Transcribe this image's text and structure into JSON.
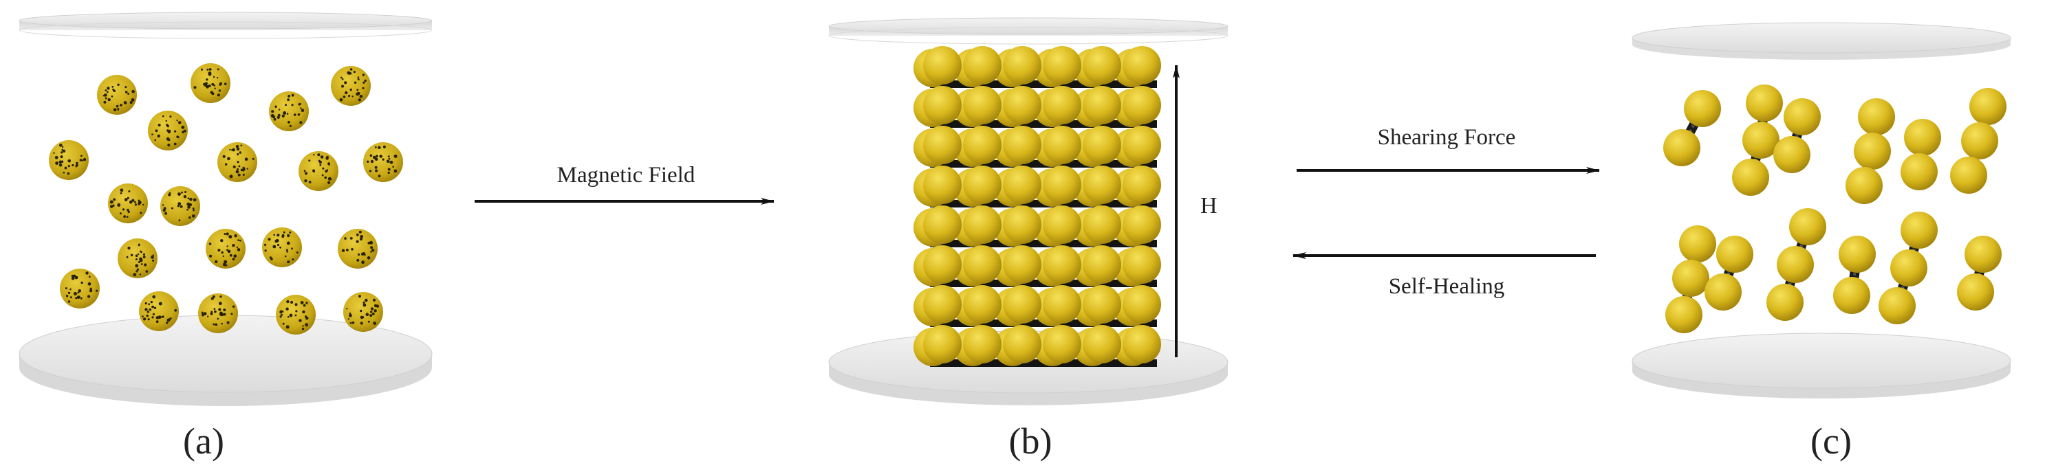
{
  "labels": {
    "magnetic_field": "Magnetic Field",
    "shearing_force": "Shearing Force",
    "self_healing": "Self-Healing",
    "field_symbol": "H",
    "panel_a": "(a)",
    "panel_b": "(b)",
    "panel_c": "(c)"
  },
  "colors": {
    "particle": "#d9b81c",
    "particle_dark": "#8e7208",
    "plate": "#e4e4e4",
    "chain": "#1a1a1a",
    "arrow": "#111111"
  }
}
